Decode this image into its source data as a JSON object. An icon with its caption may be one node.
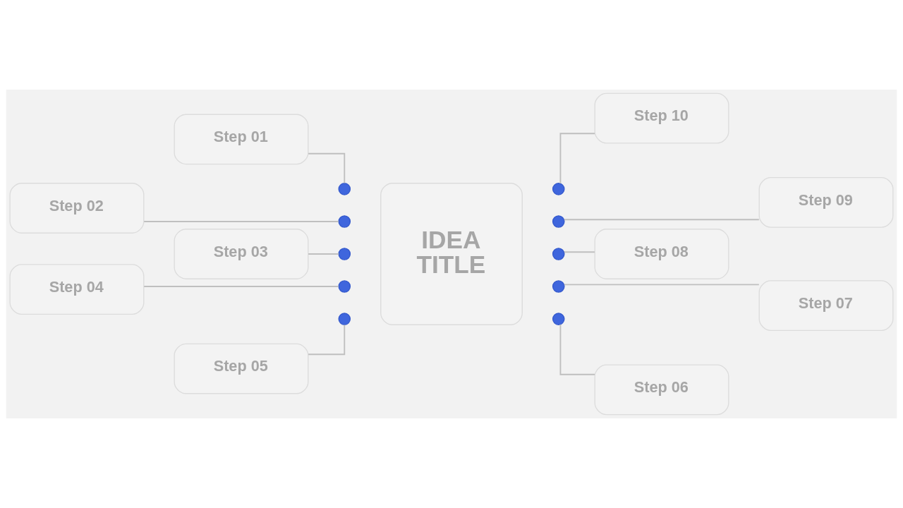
{
  "diagram": {
    "nodes": [
      {
        "text": [
          "Step 01"
        ]
      },
      {
        "text": [
          "Step 02"
        ]
      },
      {
        "text": [
          "Step 03"
        ]
      },
      {
        "text": [
          "Step 04"
        ]
      },
      {
        "text": [
          "Step 05"
        ]
      },
      {
        "text": [
          "Step 06"
        ]
      },
      {
        "text": [
          "Step 07"
        ]
      },
      {
        "text": [
          "Step 08"
        ]
      },
      {
        "text": [
          "Step 09"
        ]
      },
      {
        "text": [
          "Step 10"
        ]
      },
      {
        "text": [
          "IDEA TITLE"
        ]
      },
      {
        "text": [],
        "shape": "circle"
      },
      {
        "text": [],
        "shape": "circle"
      },
      {
        "text": [],
        "shape": "circle"
      },
      {
        "text": [],
        "shape": "circle"
      },
      {
        "text": [],
        "shape": "circle"
      },
      {
        "text": [],
        "shape": "circle"
      },
      {
        "text": [],
        "shape": "circle"
      },
      {
        "text": [],
        "shape": "circle"
      },
      {
        "text": [],
        "shape": "circle"
      },
      {
        "text": [],
        "shape": "circle"
      }
    ],
    "edges": [
      {
        "from": 0,
        "to": 11,
        "arrow": "none"
      },
      {
        "from": 1,
        "to": 12,
        "arrow": "none"
      },
      {
        "from": 2,
        "to": 13,
        "arrow": "none"
      },
      {
        "from": 3,
        "to": 14,
        "arrow": "none"
      },
      {
        "from": 4,
        "to": 15,
        "arrow": "none"
      },
      {
        "from": 9,
        "to": 16,
        "arrow": "none"
      },
      {
        "from": 8,
        "to": 17,
        "arrow": "none"
      },
      {
        "from": 7,
        "to": 18,
        "arrow": "none"
      },
      {
        "from": 6,
        "to": 19,
        "arrow": "none"
      },
      {
        "from": 5,
        "to": 20,
        "arrow": "none"
      }
    ]
  }
}
